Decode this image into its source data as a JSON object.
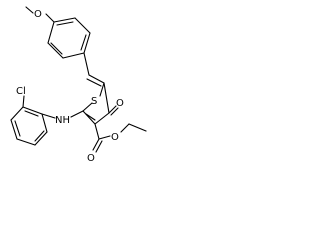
{
  "structure": {
    "atoms": {
      "o_methoxy": "O",
      "cl": "Cl",
      "s": "S",
      "o_keto": "O",
      "nh": "NH",
      "o_ester_carbonyl": "O",
      "o_ester": "O"
    }
  }
}
